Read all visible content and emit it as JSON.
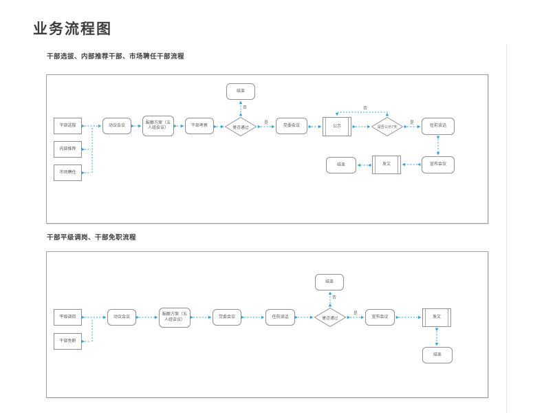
{
  "page": {
    "title": "业务流程图"
  },
  "colors": {
    "arrow": "#29a3dc",
    "node_border": "#8f8f8f",
    "node_text": "#595959"
  },
  "flow1": {
    "heading": "干部选拔、内部推荐干部、市场聘任干部流程",
    "nodes": {
      "start_select": "干部选拔",
      "start_internal": "内部推荐",
      "start_market": "市场聘任",
      "motion_meeting": "动议会议",
      "brew_plan": "酝酿方案（五人组会议）",
      "inspection": "干部考察",
      "pass_decision": "是否通过",
      "end_top": "结束",
      "party_meeting": "党委会议",
      "publicity": "公示",
      "publicity_decision": "是否公示7天",
      "pre_talk": "任前谈话",
      "announce_meeting": "宣布会议",
      "issue_doc": "发文",
      "end_final": "结束"
    },
    "edge_labels": {
      "no_top": "否",
      "yes_party": "是",
      "no_loop": "否",
      "yes_talk": "是"
    }
  },
  "flow2": {
    "heading": "干部平级调岗、干部免职流程",
    "nodes": {
      "start_transfer": "平级调岗",
      "start_dismiss": "干部免职",
      "motion_meeting": "动议会议",
      "brew_plan": "酝酿方案（五人组会议）",
      "party_meeting": "党委会议",
      "pre_talk": "任前谈话",
      "pass_decision": "是否通过",
      "end_top": "结束",
      "announce_meeting": "宣布会议",
      "issue_doc": "发文",
      "end_final": "结束"
    },
    "edge_labels": {
      "no_top": "否",
      "yes_announce": "是"
    }
  }
}
